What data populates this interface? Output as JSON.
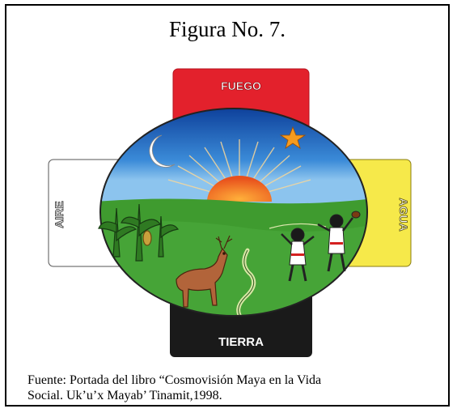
{
  "figure": {
    "title": "Figura No. 7.",
    "labels": {
      "top": "FUEGO",
      "left": "AIRE",
      "right": "AGUA",
      "bottom": "TIERRA"
    },
    "colors": {
      "fuego": "#e3212c",
      "aire": "#ffffff",
      "agua": "#f6e94a",
      "tierra": "#1a1a1a",
      "sky": "#1f6fc0",
      "grass": "#3f9b2f",
      "sun": "#f07a20"
    },
    "icons": [
      "moon-icon",
      "star-icon",
      "sun-icon",
      "deer-icon",
      "corn-icon",
      "children-icon",
      "river-icon"
    ]
  },
  "caption": {
    "line1": "Fuente: Portada del libro “Cosmovisión Maya en la Vida",
    "line2": "Social. Uk’u’x Mayab’ Tinamit,1998."
  }
}
